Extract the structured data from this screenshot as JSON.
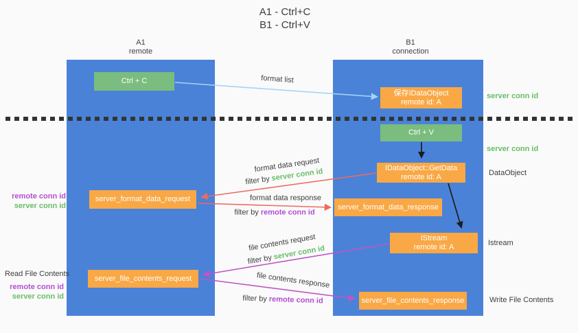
{
  "title": {
    "line1": "A1 - Ctrl+C",
    "line2": "B1 - Ctrl+V"
  },
  "columns": {
    "a1": {
      "name": "A1",
      "role": "remote"
    },
    "b1": {
      "name": "B1",
      "role": "connection"
    }
  },
  "nodes": {
    "ctrl_c": {
      "label": "Ctrl + C"
    },
    "ctrl_v": {
      "label": "Ctrl + V"
    },
    "save_dataobject": {
      "line1": "保存IDataObject",
      "line2": "remote id: A"
    },
    "getdata": {
      "line1": "IDataObject::GetData",
      "line2": "remote id: A"
    },
    "istream": {
      "line1": "IStream",
      "line2": "remote id: A"
    },
    "server_format_data_request": {
      "label": "server_format_data_request"
    },
    "server_format_data_response": {
      "label": "server_format_data_response"
    },
    "server_file_contents_request": {
      "label": "server_file_contents_request"
    },
    "server_file_contents_response": {
      "label": "server_file_contents_response"
    }
  },
  "arrows": {
    "format_list": {
      "label": "format list"
    },
    "format_data_request": {
      "label": "format data request",
      "filter_prefix": "filter by ",
      "filter_key": "server conn id"
    },
    "format_data_response": {
      "label": "format data response",
      "filter_prefix": "filter by ",
      "filter_key": "remote conn id"
    },
    "file_contents_request": {
      "label": "file contents request",
      "filter_prefix": "filter by ",
      "filter_key": "server conn id"
    },
    "file_contents_response": {
      "label": "file contents response",
      "filter_prefix": "filter by ",
      "filter_key": "remote conn id"
    }
  },
  "side_labels": {
    "left_format_remote": "remote conn id",
    "left_format_server": "server conn id",
    "left_read_title": "Read File Contents",
    "left_file_remote": "remote conn id",
    "left_file_server": "server conn id",
    "right_server_conn_top": "server conn id",
    "right_server_conn_mid": "server conn id",
    "right_dataobject": "DataObject",
    "right_istream": "Istream",
    "right_write_title": "Write File Contents"
  },
  "colors": {
    "column_blue": "#4a82d8",
    "box_green": "#7abd7e",
    "box_orange": "#f9a845",
    "arrow_light_blue": "#a4d3f3",
    "arrow_red": "#ee6a5e",
    "arrow_purple": "#c055c5",
    "arrow_black": "#1c1c1c",
    "text_green": "#68bd68",
    "text_purple": "#b34fd2",
    "text_dark": "#3d3d3d"
  }
}
